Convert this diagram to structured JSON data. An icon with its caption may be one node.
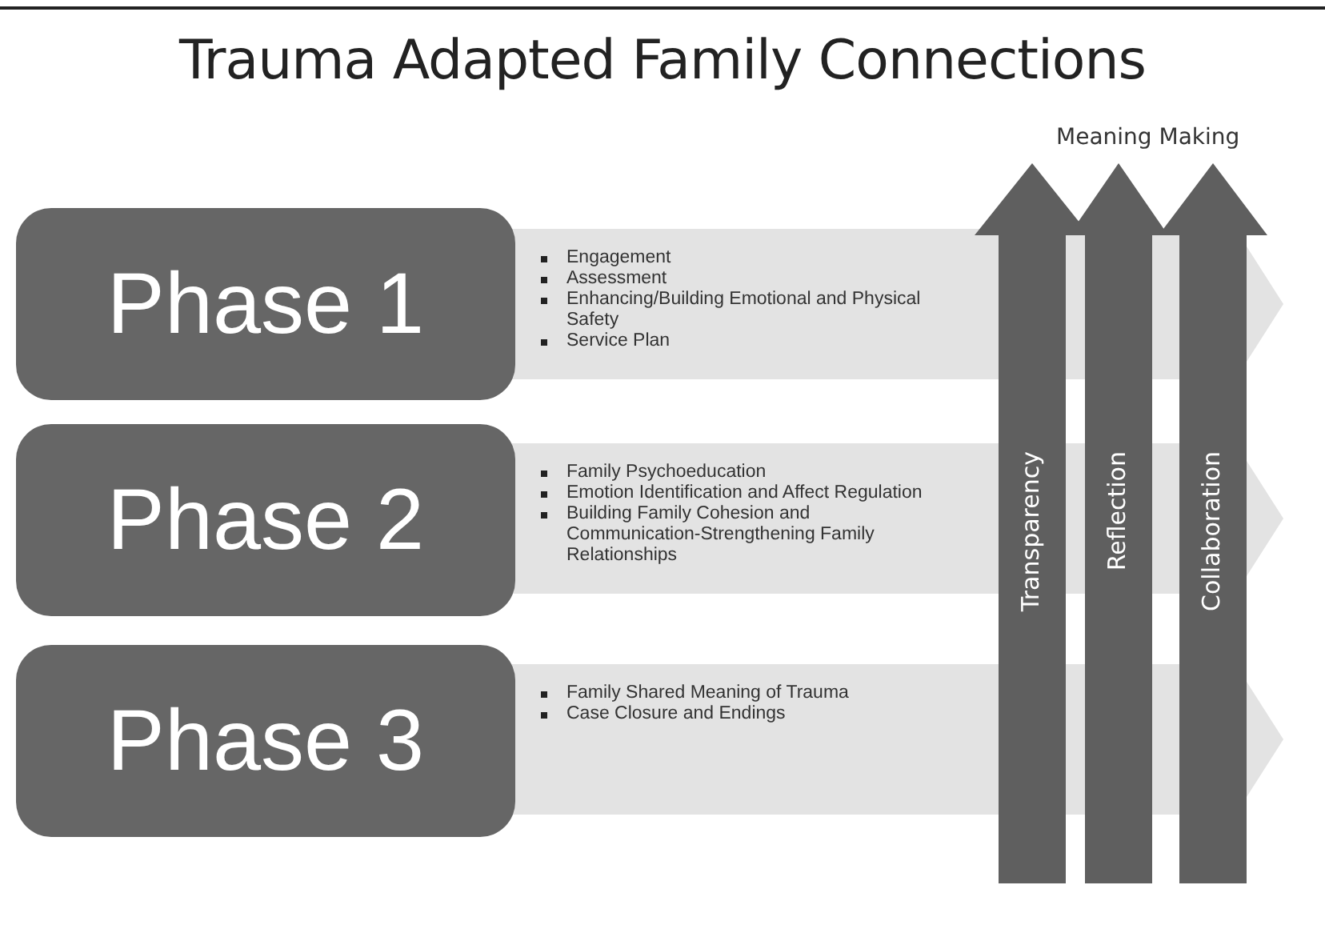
{
  "diagram": {
    "title": "Trauma Adapted Family Connections",
    "nodes": [
      {
        "text": [
          "Phase 1"
        ]
      },
      {
        "text": [
          "Engagement",
          "Assessment",
          "Enhancing/Building Emotional and Physical Safety",
          "Service Plan"
        ]
      },
      {
        "text": [
          "Phase 2"
        ]
      },
      {
        "text": [
          "Family Psychoeducation",
          "Emotion Identification and Affect Regulation",
          "Building Family Cohesion and Communication-Strengthening Family Relationships"
        ]
      },
      {
        "text": [
          "Phase 3"
        ]
      },
      {
        "text": [
          "Family Shared Meaning of Trauma",
          "Case Closure and Endings"
        ]
      },
      {
        "text": [
          "Transparency"
        ]
      },
      {
        "text": [
          "Reflection"
        ]
      },
      {
        "text": [
          "Collaboration"
        ]
      }
    ],
    "labels": [
      "Meaning Making"
    ]
  }
}
